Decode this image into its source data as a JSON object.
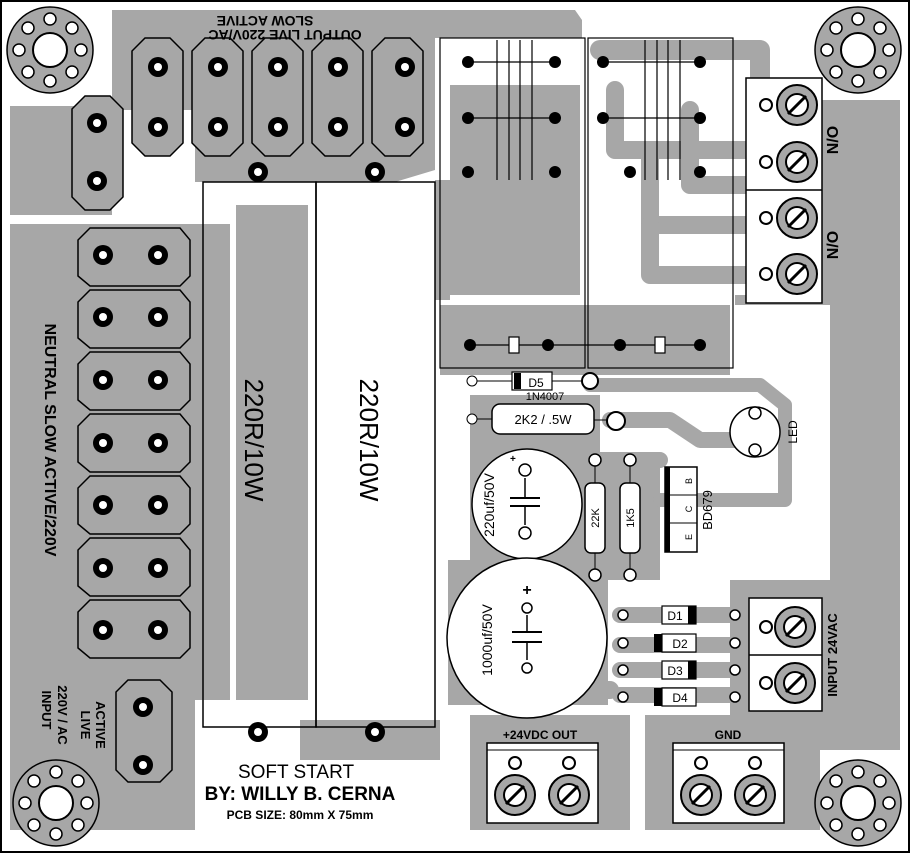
{
  "colors": {
    "copper": "#a7a7a7",
    "board": "#ffffff",
    "ink": "#000000"
  },
  "title": {
    "line1": "SOFT START",
    "line2": "BY: WILLY B. CERNA",
    "line3": "PCB SIZE: 80mm X 75mm"
  },
  "labels": {
    "output_live": "OUTPUT LIVE 220V/AC",
    "slow_active": "SLOW ACTIVE",
    "neutral_slow": "NEUTRAL SLOW ACTIVE/220V",
    "input_active": "ACTIVE",
    "input_live": "LIVE",
    "input_volt": "220V / AC",
    "input_input": "INPUT",
    "resistor1": "220R/10W",
    "resistor2": "220R/10W",
    "relay_no_1": "N/O",
    "relay_no_2": "N/O",
    "d5": "D5",
    "d5_part": "1N4007",
    "r_2k2": "2K2 / .5W",
    "led": "LED",
    "cap_220": "220uf/50V",
    "r_22k": "22K",
    "r_1k5": "1K5",
    "transistor": "BD679",
    "pin_b": "B",
    "pin_c": "C",
    "pin_e": "E",
    "cap_1000": "1000uf/50V",
    "d1": "D1",
    "d2": "D2",
    "d3": "D3",
    "d4": "D4",
    "input_24": "INPUT 24VAC",
    "out_24": "+24VDC OUT",
    "gnd": "GND",
    "plus1": "+",
    "plus2": "+"
  }
}
